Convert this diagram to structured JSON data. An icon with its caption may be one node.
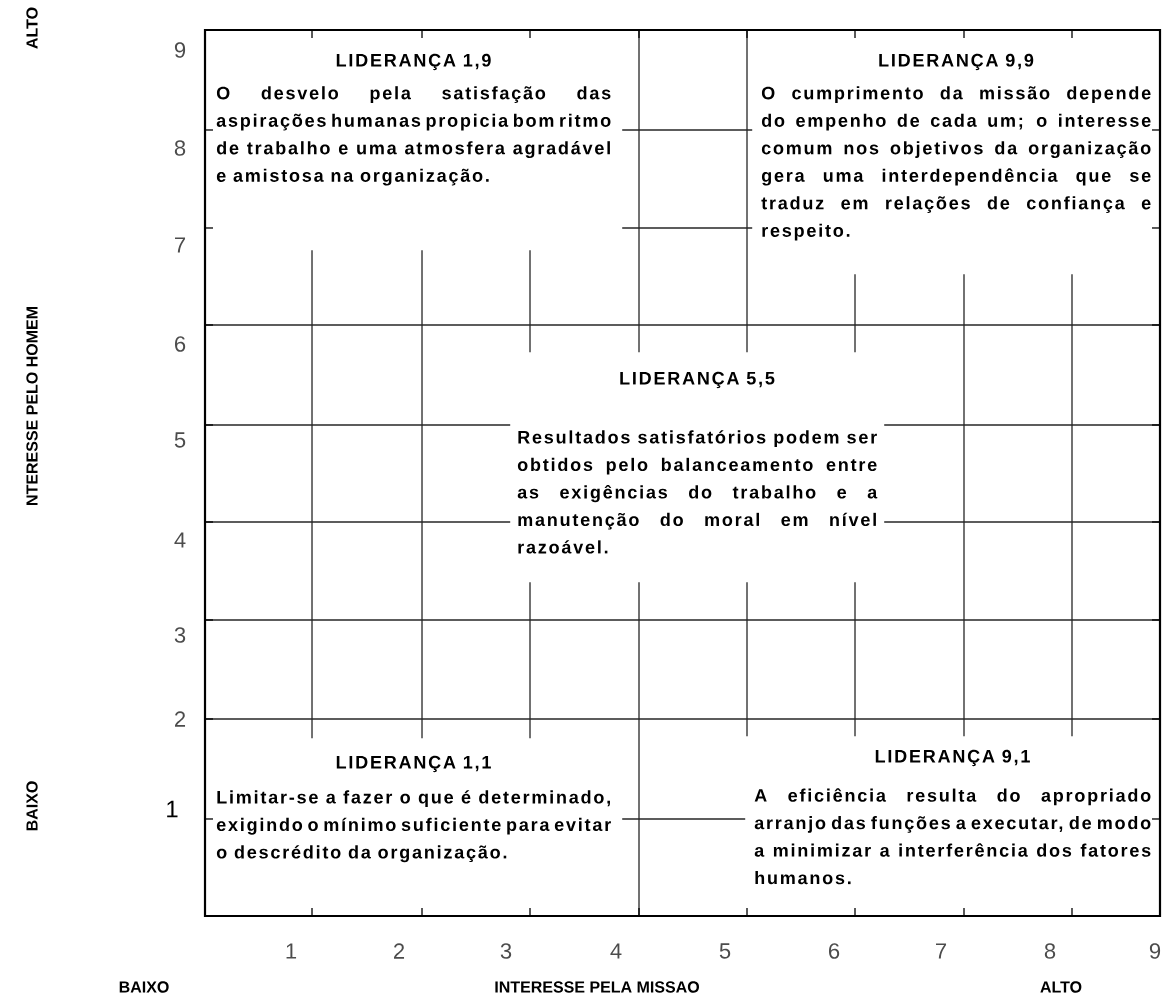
{
  "diagram": {
    "nodes": [
      {
        "text": [
          "LIDERANÇA 1,9",
          "O desvelo pela satisfação das aspirações humanas propicia bom ritmo de trabalho e uma atmosfera agradável e amistosa na organização."
        ]
      },
      {
        "text": [
          "LIDERANÇA 9,9",
          "O cumprimento da missão depende do empenho de cada um; o interesse comum nos objetivos da organização gera uma interdependência que se traduz em relações de confiança e respeito."
        ]
      },
      {
        "text": [
          "LIDERANÇA 5,5",
          "Resultados satisfatórios podem ser obtidos pelo balanceamento entre as exigências do trabalho e a manutenção do moral em nível razoável."
        ]
      },
      {
        "text": [
          "LIDERANÇA 1,1",
          "Limitar-se a fazer o que é determinado, exigindo o mínimo suficiente para evitar o descrédito da organização."
        ]
      },
      {
        "text": [
          "LIDERANÇA 9,1",
          "A eficiência resulta do apropriado arranjo das funções a executar, de modo a minimizar a interferência dos fatores humanos."
        ]
      }
    ],
    "labels": [
      "ALTO",
      "9",
      "8",
      "7",
      "6",
      "5",
      "4",
      "3",
      "2",
      "NTERESSE PELO HOMEM",
      "BAIXO",
      "1",
      "1",
      "2",
      "3",
      "4",
      "5",
      "6",
      "7",
      "8",
      "9",
      "BAIXO",
      "INTERESSE PELA MISSAO",
      "ALTO"
    ]
  }
}
